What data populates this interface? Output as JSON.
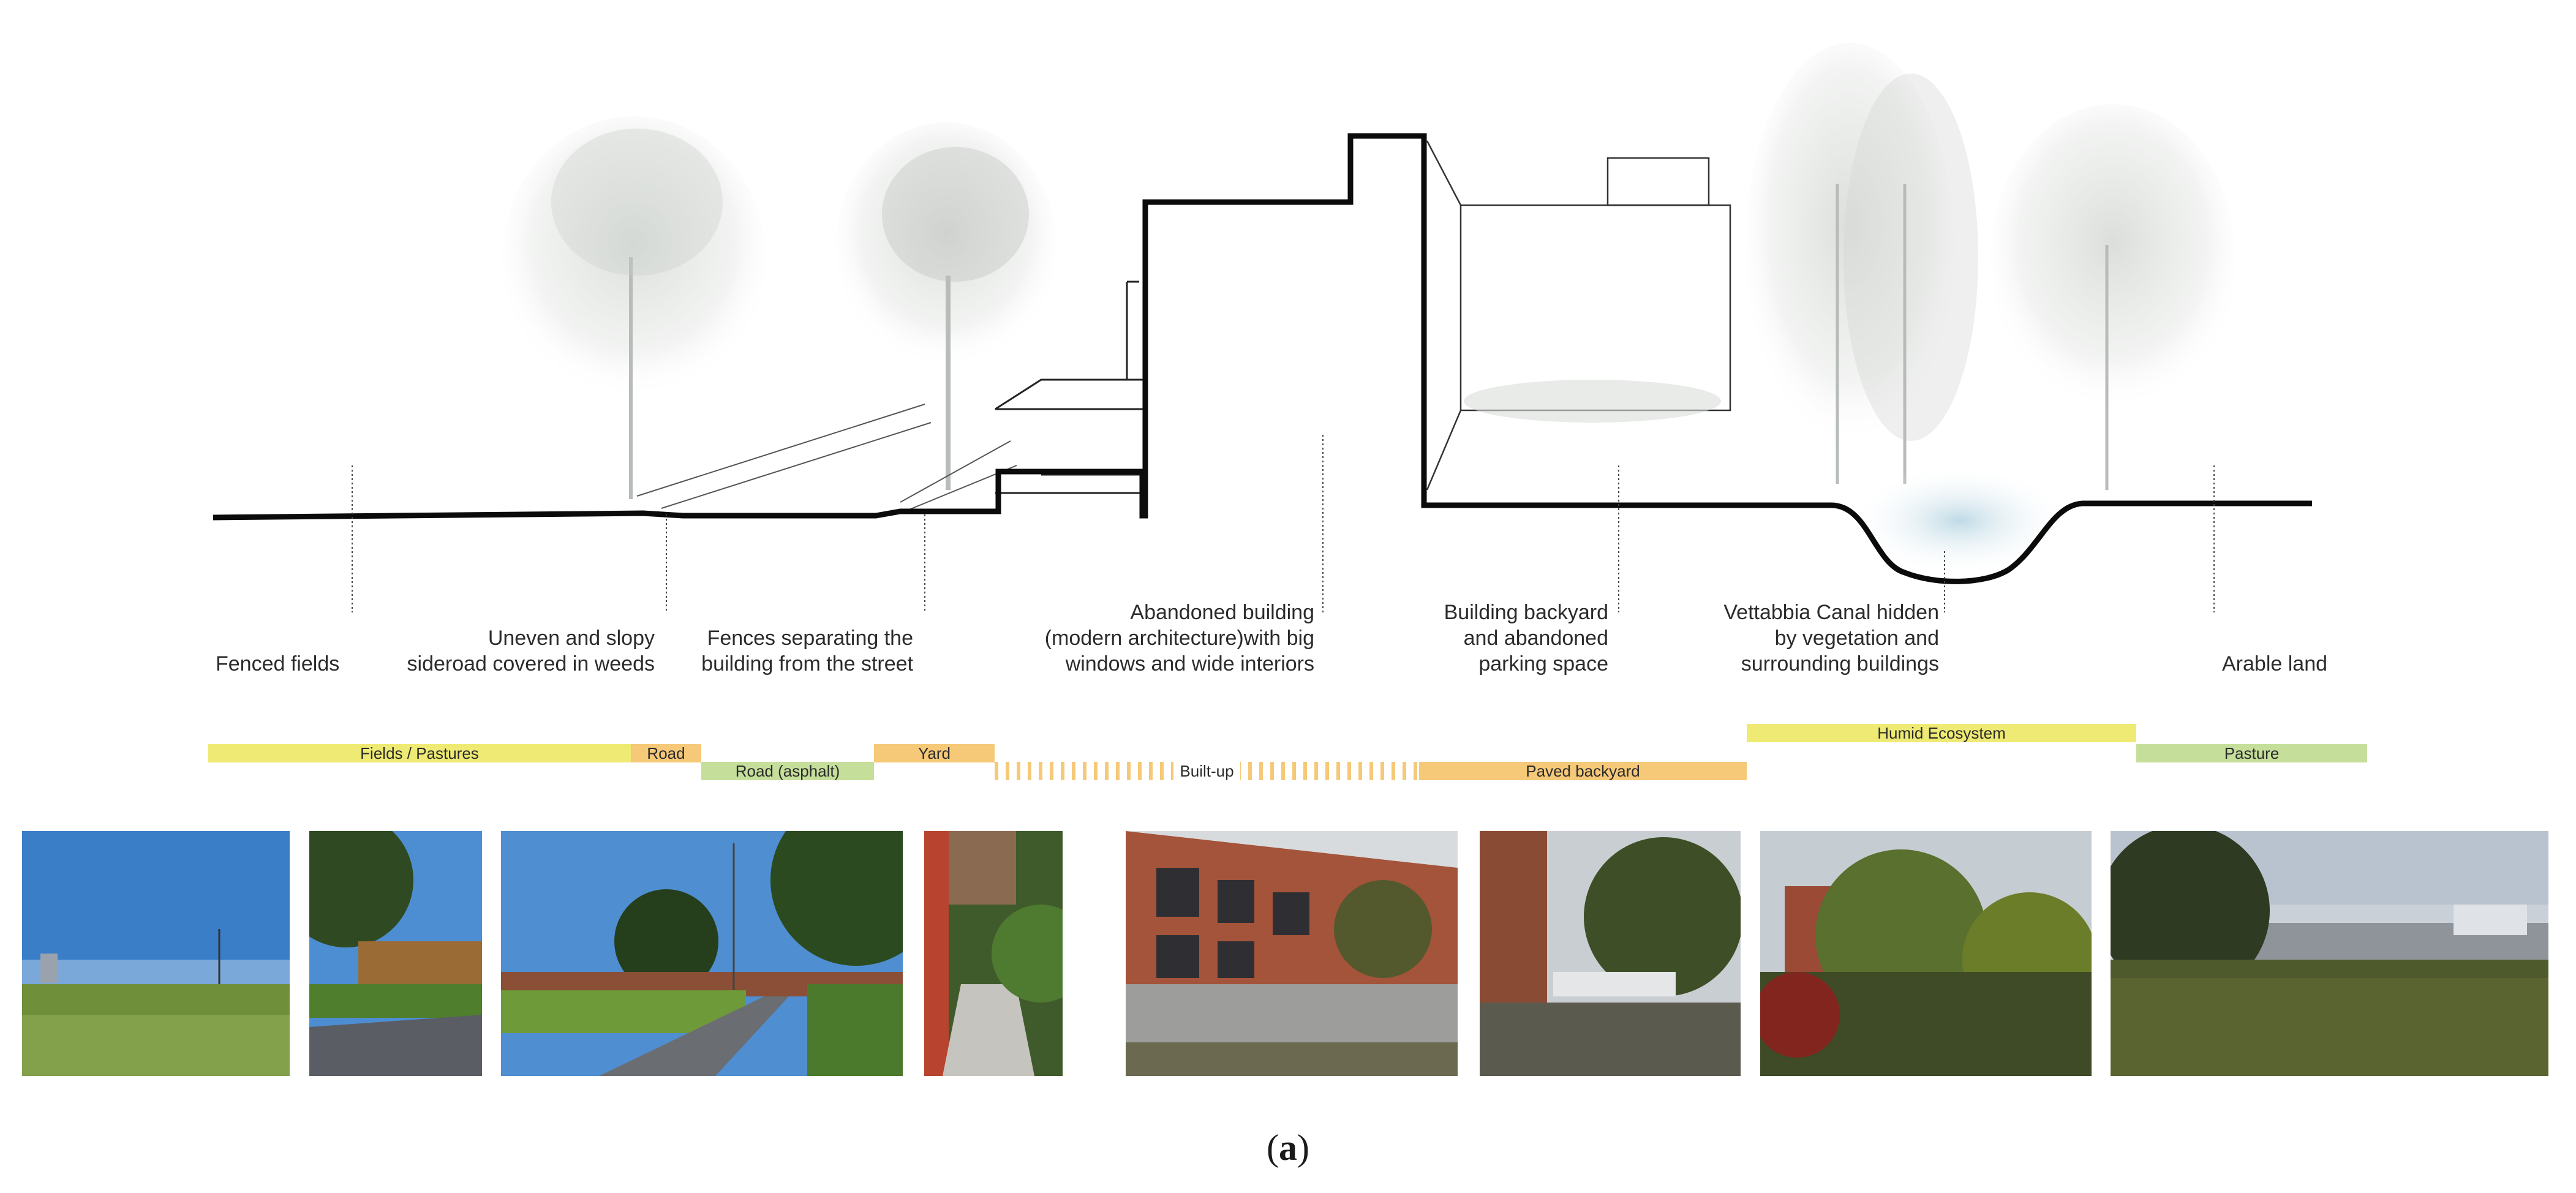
{
  "labels": {
    "fenced_fields": "Fenced fields",
    "sideroad": "Uneven and slopy\nsideroad covered in weeds",
    "fences": "Fences separating the\nbuilding from the street",
    "abandoned_building": "Abandoned building\n(modern architecture)with big\nwindows and wide interiors",
    "backyard": "Building backyard\nand abandoned\nparking space",
    "canal": "Vettabbia Canal hidden\nby vegetation and\nsurrounding buildings",
    "arable": "Arable land"
  },
  "bands": {
    "fields": "Fields / Pastures",
    "road": "Road",
    "road_asphalt": "Road (asphalt)",
    "yard": "Yard",
    "builtup": "Built-up",
    "paved": "Paved backyard",
    "humid": "Humid Ecosystem",
    "pasture": "Pasture"
  },
  "colors": {
    "yellow": "#eeea73",
    "orange": "#f6c978",
    "green": "#c5df9a",
    "stripe": "#f6c978"
  },
  "photos": [
    "fenced-fields-photo",
    "sideroad-photo",
    "road-photo",
    "stairs-yard-photo",
    "abandoned-building-photo",
    "backyard-photo",
    "canal-photo",
    "arable-land-photo"
  ],
  "caption": {
    "open": "(",
    "letter": "a",
    "close": ")"
  }
}
